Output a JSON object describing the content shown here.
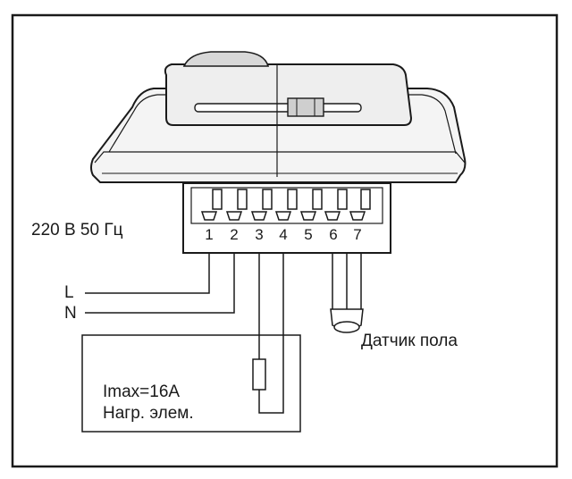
{
  "supply_label": "220 В 50 Гц",
  "line_label": "L",
  "neutral_label": "N",
  "terminals": [
    "1",
    "2",
    "3",
    "4",
    "5",
    "6",
    "7"
  ],
  "sensor_label": "Датчик пола",
  "load": {
    "current_label": "Imax=16A",
    "element_label": "Нагр. элем."
  }
}
